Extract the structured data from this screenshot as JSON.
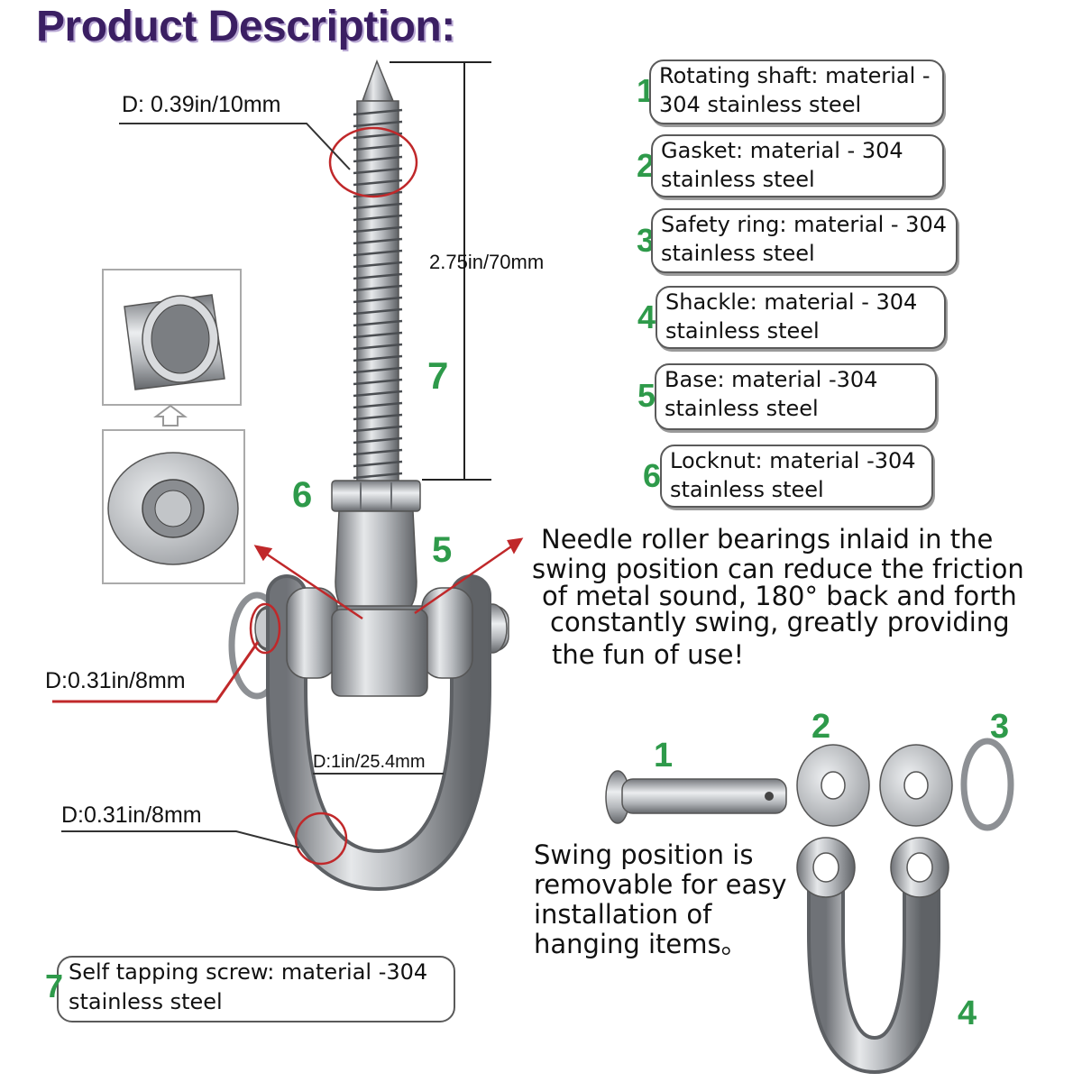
{
  "title": "Product Description:",
  "dimensions": {
    "screw_diameter": "D: 0.39in/10mm",
    "screw_length": "2.75in/70mm",
    "pin_diameter": "D:0.31in/8mm",
    "shackle_inner": "D:1in/25.4mm",
    "shackle_bar_diameter": "D:0.31in/8mm"
  },
  "callouts": {
    "screw": "7",
    "locknut": "6",
    "base": "5",
    "pin": "1",
    "gasket": "2",
    "safety_ring": "3",
    "shackle": "4"
  },
  "specs": [
    {
      "num": "1",
      "line1": "Rotating shaft: material -",
      "line2": "304 stainless steel"
    },
    {
      "num": "2",
      "line1": "Gasket: material - 304",
      "line2": "stainless steel"
    },
    {
      "num": "3",
      "line1": "Safety ring: material - 304",
      "line2": "stainless steel"
    },
    {
      "num": "4",
      "line1": "Shackle: material - 304",
      "line2": "stainless steel"
    },
    {
      "num": "5",
      "line1": "Base: material -304",
      "line2": "stainless steel"
    },
    {
      "num": "6",
      "line1": "Locknut: material -304",
      "line2": "stainless steel"
    }
  ],
  "spec7": {
    "num": "7",
    "line1": "Self tapping screw: material -304",
    "line2": "stainless steel"
  },
  "bearing_text": [
    "Needle roller bearings inlaid in the",
    "swing position can reduce the friction",
    "of metal sound, 180° back and forth",
    "constantly swing, greatly providing",
    "the fun of use!"
  ],
  "swing_text": [
    "Swing position is",
    "removable for easy",
    "installation of",
    "hanging items。"
  ],
  "colors": {
    "title": "#3b1f63",
    "callout_green": "#2e9a4a",
    "annotation_red": "#c0282a",
    "steel": "#a9acb0"
  }
}
